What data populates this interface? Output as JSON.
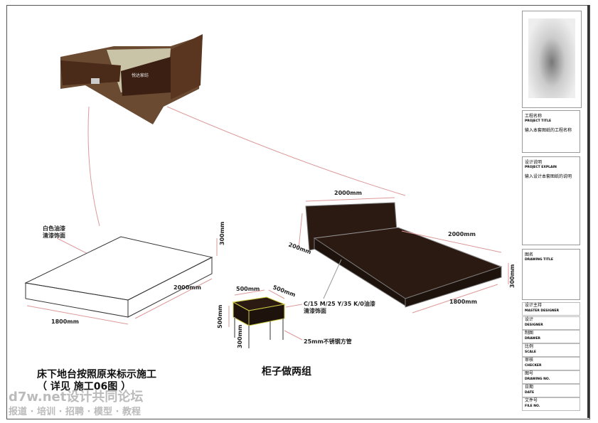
{
  "title_block": {
    "project_title_cn": "工程名称",
    "project_title_en": "PROJECT TITLE",
    "project_title_value": "输入本套图纸的工程名称",
    "explain_cn": "设计说明",
    "explain_en": "PROJECT EXPLAIN",
    "explain_value": "输入设计本套图纸的说明",
    "drawing_title_cn": "图名",
    "drawing_title_en": "DRAWING TITLE",
    "rows": [
      {
        "cn": "设计主持",
        "en": "MASTER DESIGNER"
      },
      {
        "cn": "设计",
        "en": "DESIGNER"
      },
      {
        "cn": "制图",
        "en": "DRAWER"
      },
      {
        "cn": "比例",
        "en": "SCALE"
      },
      {
        "cn": "审核",
        "en": "CHECKER"
      },
      {
        "cn": "图号",
        "en": "DRAWING NO."
      },
      {
        "cn": "日期",
        "en": "DATE"
      },
      {
        "cn": "文件号",
        "en": "FILE NO."
      }
    ]
  },
  "platform": {
    "note": "白色油漆",
    "note2": "清漆饰面",
    "h": "300mm",
    "l": "2000mm",
    "w": "1800mm",
    "caption1": "床下地台按照原来标示施工",
    "caption2": "（ 详见 施工06图 ）"
  },
  "bed": {
    "top": "2000mm",
    "len": "2000mm",
    "head_h": "200mm",
    "h": "300mm",
    "w": "1800mm",
    "paint": "C/15 M/25 Y/35 K/0油漆",
    "paint2": "清漆饰面"
  },
  "stool": {
    "w": "500mm",
    "d": "500mm",
    "h": "500mm",
    "leg": "300mm",
    "pipe": "25mm不锈钢方管",
    "caption": "柜子做两组"
  },
  "render": {
    "sign": "悦达家纺"
  },
  "watermark": {
    "line1": "d7w.net设计共同论坛",
    "line2": "报道 · 培训 · 招聘 · 模型 · 教程"
  }
}
